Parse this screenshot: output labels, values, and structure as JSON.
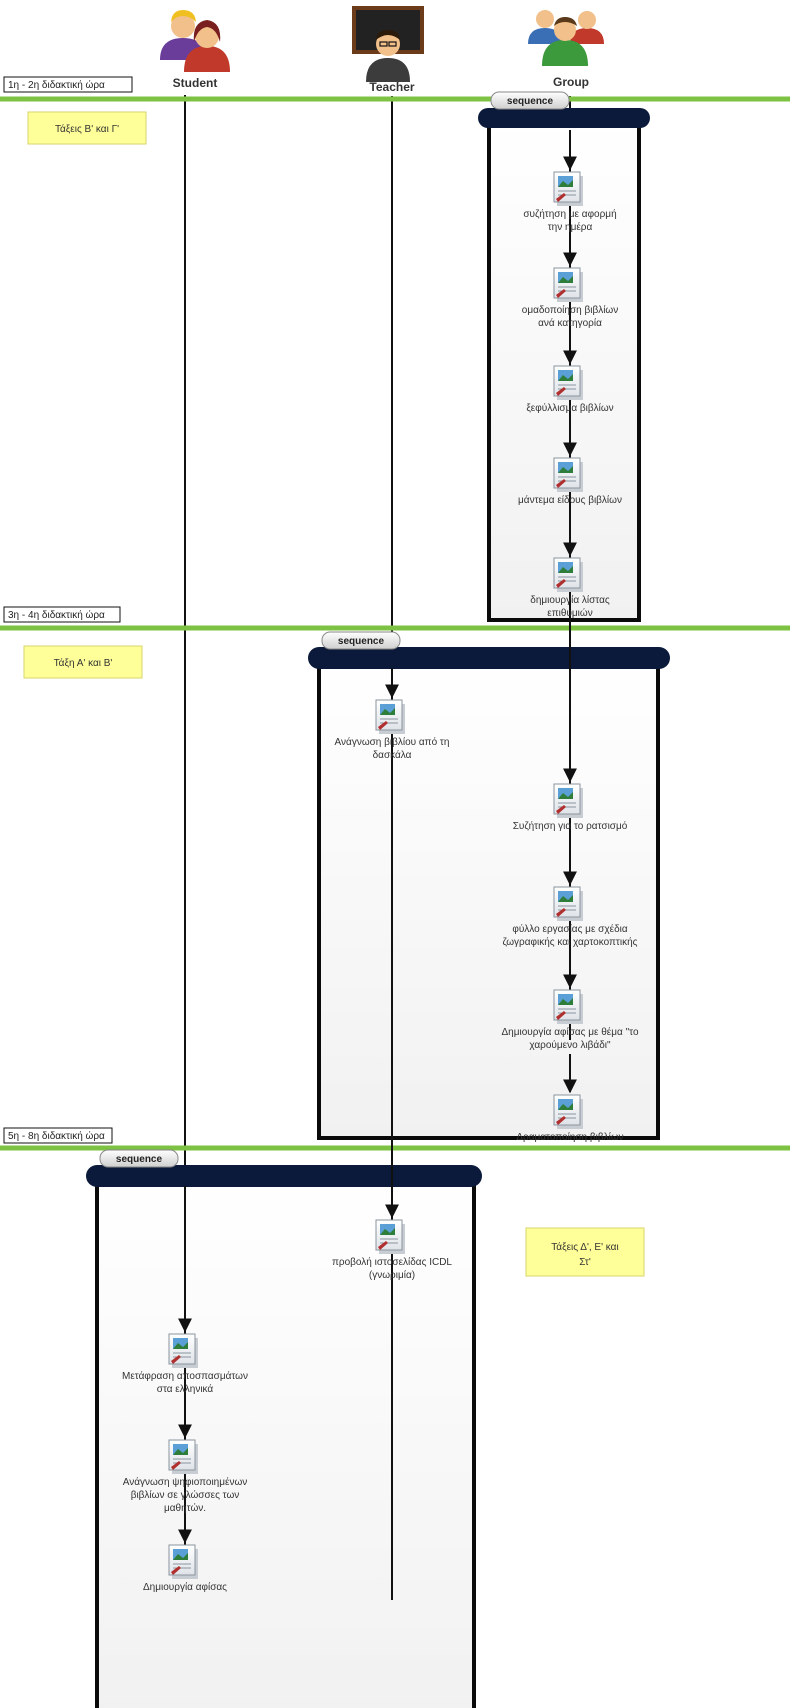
{
  "actors": [
    {
      "id": "student",
      "label": "Student",
      "icon": "student-icon"
    },
    {
      "id": "teacher",
      "label": "Teacher",
      "icon": "teacher-icon"
    },
    {
      "id": "group",
      "label": "Group",
      "icon": "group-icon"
    }
  ],
  "periods": [
    {
      "label": "1η - 2η διδακτική ώρα"
    },
    {
      "label": "3η - 4η διδακτική ώρα"
    },
    {
      "label": "5η - 8η διδακτική ώρα"
    }
  ],
  "notes": [
    {
      "lines": [
        "Τάξεις Β' και Γ'"
      ]
    },
    {
      "lines": [
        "Τάξη Α' και Β'"
      ]
    },
    {
      "lines": [
        "Τάξεις Δ', Ε' και",
        "Στ'"
      ]
    }
  ],
  "sequence_label": "sequence",
  "activities": {
    "group_1": [
      {
        "lines": [
          "συζήτηση με αφορμή",
          "την ημέρα"
        ]
      },
      {
        "lines": [
          "ομαδοποίηση βιβλίων",
          "ανά κατηγορία"
        ]
      },
      {
        "lines": [
          "ξεφύλλισμα βιβλίων"
        ]
      },
      {
        "lines": [
          "μάντεμα είδους βιβλίων"
        ]
      },
      {
        "lines": [
          "δημιουργία λίστας",
          "επιθυμιών"
        ]
      }
    ],
    "teacher_2": [
      {
        "lines": [
          "Ανάγνωση βιβλίου από τη",
          "δασκάλα"
        ]
      }
    ],
    "group_2": [
      {
        "lines": [
          "Συζήτηση για το ρατσισμό"
        ]
      },
      {
        "lines": [
          "φύλλο εργασίας με σχέδια",
          "ζωγραφικής και χαρτοκοπτικής"
        ]
      },
      {
        "lines": [
          "Δημιουργία αφίσας με θέμα \"το",
          "χαρούμενο λιβάδι\""
        ]
      },
      {
        "lines": [
          "Δραματοποίηση βιβλίων"
        ]
      }
    ],
    "teacher_3": [
      {
        "lines": [
          "προβολή ιστοσελίδας ICDL",
          "(γνωριμία)"
        ]
      }
    ],
    "student_3": [
      {
        "lines": [
          "Μετάφραση αποσπασμάτων",
          "στα ελληνικά"
        ]
      },
      {
        "lines": [
          "Ανάγνωση ψηφιοποιημένων",
          "βιβλίων σε γλώσσες των",
          "μαθητών."
        ]
      },
      {
        "lines": [
          "Δημιουργία αφίσας"
        ]
      }
    ]
  },
  "colors": {
    "period_line": "#7dc242",
    "lifeline": "#111111",
    "frame": "#0a0a0a",
    "bar": "#0b1a3a",
    "note_fill": "#ffff99",
    "note_stroke": "#d8d46a"
  }
}
